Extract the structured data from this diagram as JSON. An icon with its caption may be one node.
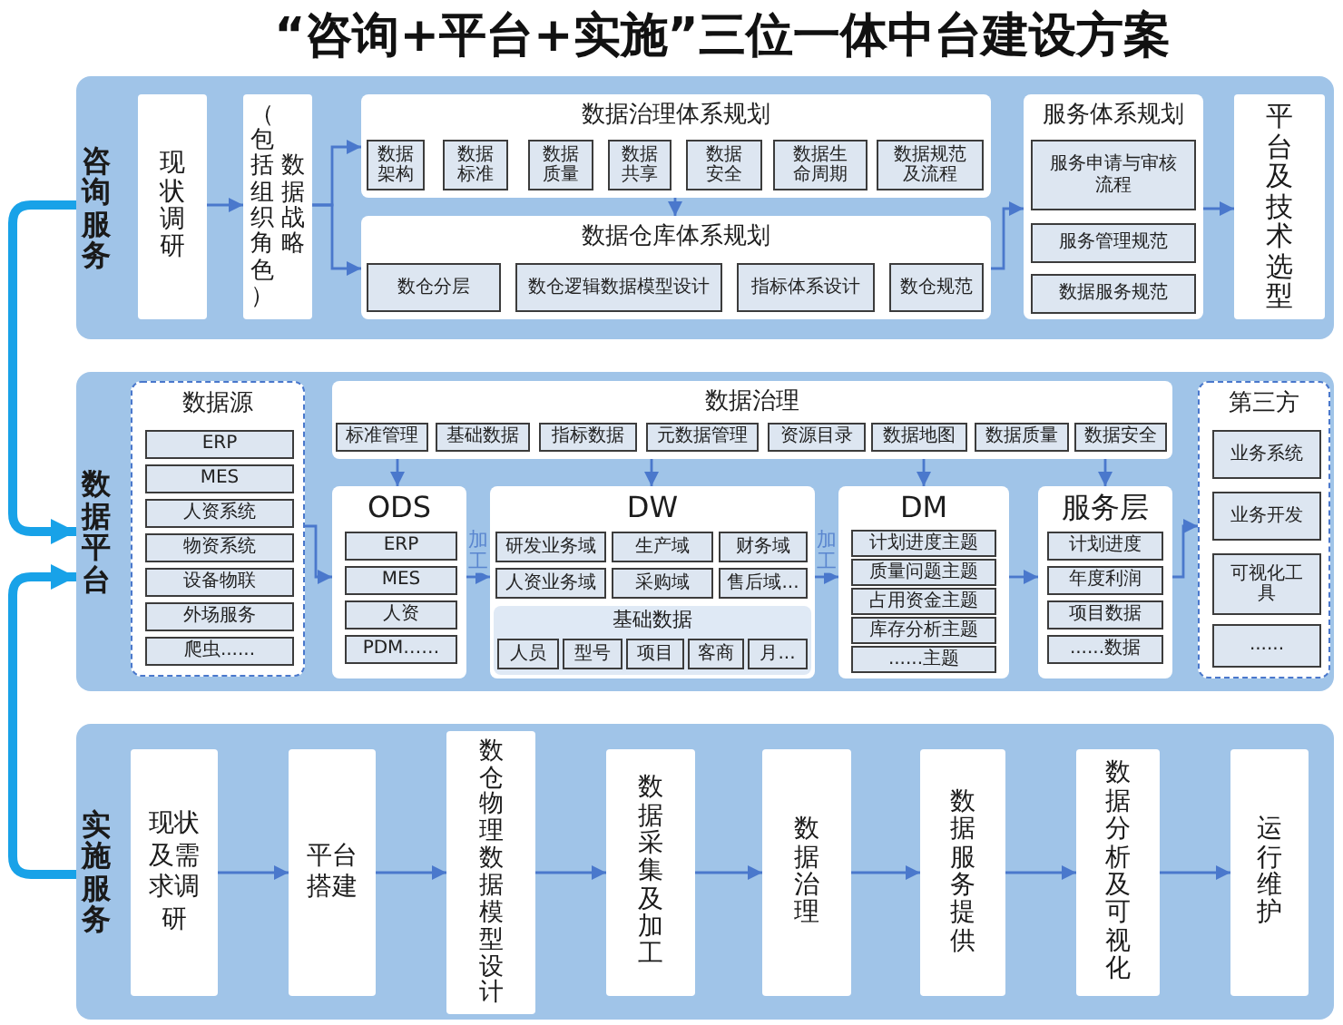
{
  "diagram": {
    "title": "“咨询+平台+实施”三位一体中台建设方案",
    "nodes": [
      {
        "text": [
          "咨询服务"
        ]
      },
      {
        "text": [
          "现状调研"
        ],
        "in": 0
      },
      {
        "text": [
          "（包括组织角色）",
          "数据战略"
        ],
        "in": 0
      },
      {
        "text": [
          "数据治理体系规划"
        ],
        "in": 0
      },
      {
        "text": [
          "数据架构"
        ],
        "in": 3
      },
      {
        "text": [
          "数据标准"
        ],
        "in": 3
      },
      {
        "text": [
          "数据质量"
        ],
        "in": 3
      },
      {
        "text": [
          "数据共享"
        ],
        "in": 3
      },
      {
        "text": [
          "数据安全"
        ],
        "in": 3
      },
      {
        "text": [
          "数据生命周期"
        ],
        "in": 3
      },
      {
        "text": [
          "数据规范及流程"
        ],
        "in": 3
      },
      {
        "text": [
          "数据仓库体系规划"
        ],
        "in": 0
      },
      {
        "text": [
          "数仓分层"
        ],
        "in": 11
      },
      {
        "text": [
          "数仓逻辑数据模型设计"
        ],
        "in": 11
      },
      {
        "text": [
          "指标体系设计"
        ],
        "in": 11
      },
      {
        "text": [
          "数仓规范"
        ],
        "in": 11
      },
      {
        "text": [
          "服务体系规划"
        ],
        "in": 0
      },
      {
        "text": [
          "服务申请与审核流程"
        ],
        "in": 16
      },
      {
        "text": [
          "服务管理规范"
        ],
        "in": 16
      },
      {
        "text": [
          "数据服务规范"
        ],
        "in": 16
      },
      {
        "text": [
          "平台及技术选型"
        ],
        "in": 0
      },
      {
        "text": [
          "数据平台"
        ]
      },
      {
        "text": [
          "数据源"
        ],
        "in": 21
      },
      {
        "text": [
          "ERP"
        ],
        "in": 22
      },
      {
        "text": [
          "MES"
        ],
        "in": 22
      },
      {
        "text": [
          "人资系统"
        ],
        "in": 22
      },
      {
        "text": [
          "物资系统"
        ],
        "in": 22
      },
      {
        "text": [
          "设备物联"
        ],
        "in": 22
      },
      {
        "text": [
          "外场服务"
        ],
        "in": 22
      },
      {
        "text": [
          "爬虫......"
        ],
        "in": 22
      },
      {
        "text": [
          "数据治理"
        ],
        "in": 21
      },
      {
        "text": [
          "标准管理"
        ],
        "in": 30
      },
      {
        "text": [
          "基础数据"
        ],
        "in": 30
      },
      {
        "text": [
          "指标数据"
        ],
        "in": 30
      },
      {
        "text": [
          "元数据管理"
        ],
        "in": 30
      },
      {
        "text": [
          "资源目录"
        ],
        "in": 30
      },
      {
        "text": [
          "数据地图"
        ],
        "in": 30
      },
      {
        "text": [
          "数据质量"
        ],
        "in": 30
      },
      {
        "text": [
          "数据安全"
        ],
        "in": 30
      },
      {
        "text": [
          "ODS"
        ],
        "in": 21
      },
      {
        "text": [
          "ERP"
        ],
        "in": 39
      },
      {
        "text": [
          "MES"
        ],
        "in": 39
      },
      {
        "text": [
          "人资"
        ],
        "in": 39
      },
      {
        "text": [
          "PDM……"
        ],
        "in": 39
      },
      {
        "text": [
          "DW"
        ],
        "in": 21
      },
      {
        "text": [
          "研发业务域"
        ],
        "in": 44
      },
      {
        "text": [
          "生产域"
        ],
        "in": 44
      },
      {
        "text": [
          "财务域"
        ],
        "in": 44
      },
      {
        "text": [
          "人资业务域"
        ],
        "in": 44
      },
      {
        "text": [
          "采购域"
        ],
        "in": 44
      },
      {
        "text": [
          "售后域..."
        ],
        "in": 44
      },
      {
        "text": [
          "基础数据"
        ],
        "in": 44
      },
      {
        "text": [
          "人员"
        ],
        "in": 51
      },
      {
        "text": [
          "型号"
        ],
        "in": 51
      },
      {
        "text": [
          "项目"
        ],
        "in": 51
      },
      {
        "text": [
          "客商"
        ],
        "in": 51
      },
      {
        "text": [
          "月..."
        ],
        "in": 51
      },
      {
        "text": [
          "DM"
        ],
        "in": 21
      },
      {
        "text": [
          "计划进度主题"
        ],
        "in": 57
      },
      {
        "text": [
          "质量问题主题"
        ],
        "in": 57
      },
      {
        "text": [
          "占用资金主题"
        ],
        "in": 57
      },
      {
        "text": [
          "库存分析主题"
        ],
        "in": 57
      },
      {
        "text": [
          "......主题"
        ],
        "in": 57
      },
      {
        "text": [
          "服务层"
        ],
        "in": 21
      },
      {
        "text": [
          "计划进度"
        ],
        "in": 63
      },
      {
        "text": [
          "年度利润"
        ],
        "in": 63
      },
      {
        "text": [
          "项目数据"
        ],
        "in": 63
      },
      {
        "text": [
          "......数据"
        ],
        "in": 63
      },
      {
        "text": [
          "第三方"
        ],
        "in": 21
      },
      {
        "text": [
          "业务系统"
        ],
        "in": 68
      },
      {
        "text": [
          "业务开发"
        ],
        "in": 68
      },
      {
        "text": [
          "可视化工具"
        ],
        "in": 68
      },
      {
        "text": [
          "......"
        ],
        "in": 68
      },
      {
        "text": [
          "实施服务"
        ]
      },
      {
        "text": [
          "现状及需求调研"
        ],
        "in": 73
      },
      {
        "text": [
          "平台搭建"
        ],
        "in": 73
      },
      {
        "text": [
          "数仓物理数据模型设计"
        ],
        "in": 73
      },
      {
        "text": [
          "数据采集及加工"
        ],
        "in": 73
      },
      {
        "text": [
          "数据治理"
        ],
        "in": 73
      },
      {
        "text": [
          "数据服务提供"
        ],
        "in": 73
      },
      {
        "text": [
          "数据分析及可视化"
        ],
        "in": 73
      },
      {
        "text": [
          "运行维护"
        ],
        "in": 73
      }
    ],
    "edges": [
      {
        "from": 1,
        "to": 2,
        "arrow": "to"
      },
      {
        "from": 2,
        "to": 3,
        "arrow": "to"
      },
      {
        "from": 2,
        "to": 11,
        "arrow": "to"
      },
      {
        "from": 3,
        "to": 11,
        "arrow": "to"
      },
      {
        "from": 11,
        "to": 16,
        "arrow": "to"
      },
      {
        "from": 16,
        "to": 20,
        "arrow": "to"
      },
      {
        "from": 22,
        "to": 39,
        "arrow": "to"
      },
      {
        "from": 30,
        "to": 39,
        "arrow": "to"
      },
      {
        "from": 30,
        "to": 44,
        "arrow": "to"
      },
      {
        "from": 30,
        "to": 57,
        "arrow": "to"
      },
      {
        "from": 30,
        "to": 63,
        "arrow": "to"
      },
      {
        "from": 39,
        "to": 44,
        "arrow": "to",
        "label": "加工"
      },
      {
        "from": 44,
        "to": 57,
        "arrow": "to",
        "label": "加工"
      },
      {
        "from": 57,
        "to": 63,
        "arrow": "to"
      },
      {
        "from": 63,
        "to": 68,
        "arrow": "to"
      },
      {
        "from": 74,
        "to": 75,
        "arrow": "to"
      },
      {
        "from": 75,
        "to": 76,
        "arrow": "to"
      },
      {
        "from": 76,
        "to": 77,
        "arrow": "to"
      },
      {
        "from": 77,
        "to": 78,
        "arrow": "to"
      },
      {
        "from": 78,
        "to": 79,
        "arrow": "to"
      },
      {
        "from": 79,
        "to": 80,
        "arrow": "to"
      },
      {
        "from": 80,
        "to": 81,
        "arrow": "to"
      },
      {
        "from": 0,
        "to": 21,
        "arrow": "to",
        "style": "thick",
        "color": "#18a2e8"
      },
      {
        "from": 73,
        "to": 21,
        "arrow": "to",
        "style": "thick",
        "color": "#18a2e8"
      }
    ]
  }
}
